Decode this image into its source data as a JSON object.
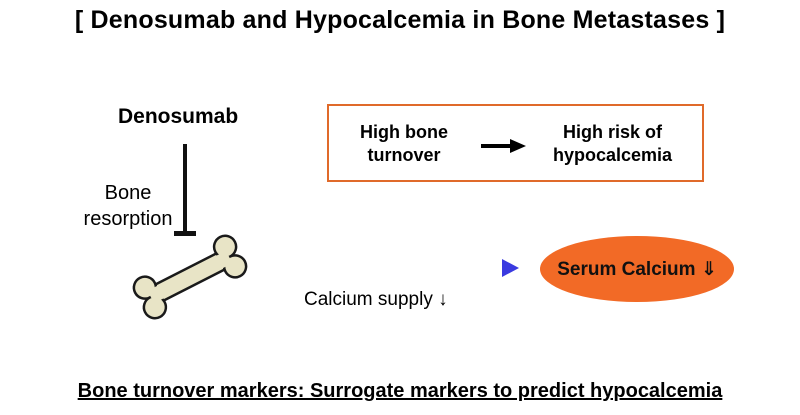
{
  "title": "[ Denosumab and Hypocalcemia in Bone Metastases ]",
  "drug_label": "Denosumab",
  "inhibition_label": [
    "Bone",
    "resorption"
  ],
  "risk_box": {
    "left_lines": [
      "High bone",
      "turnover"
    ],
    "right_lines": [
      "High risk of",
      "hypocalcemia"
    ]
  },
  "flow_label": "Calcium supply ↓",
  "outcome_label": "Serum Calcium ⇓",
  "footer": "Bone turnover markers: Surrogate markers to predict hypocalcemia",
  "colors": {
    "box_border": "#e06a2a",
    "outcome_fill": "#f26a26",
    "arrow_dots": "#1a1a7a",
    "arrow_head": "#3a3ae0",
    "bone_fill": "#e8e4c6"
  },
  "icons": [
    "bone-icon"
  ]
}
